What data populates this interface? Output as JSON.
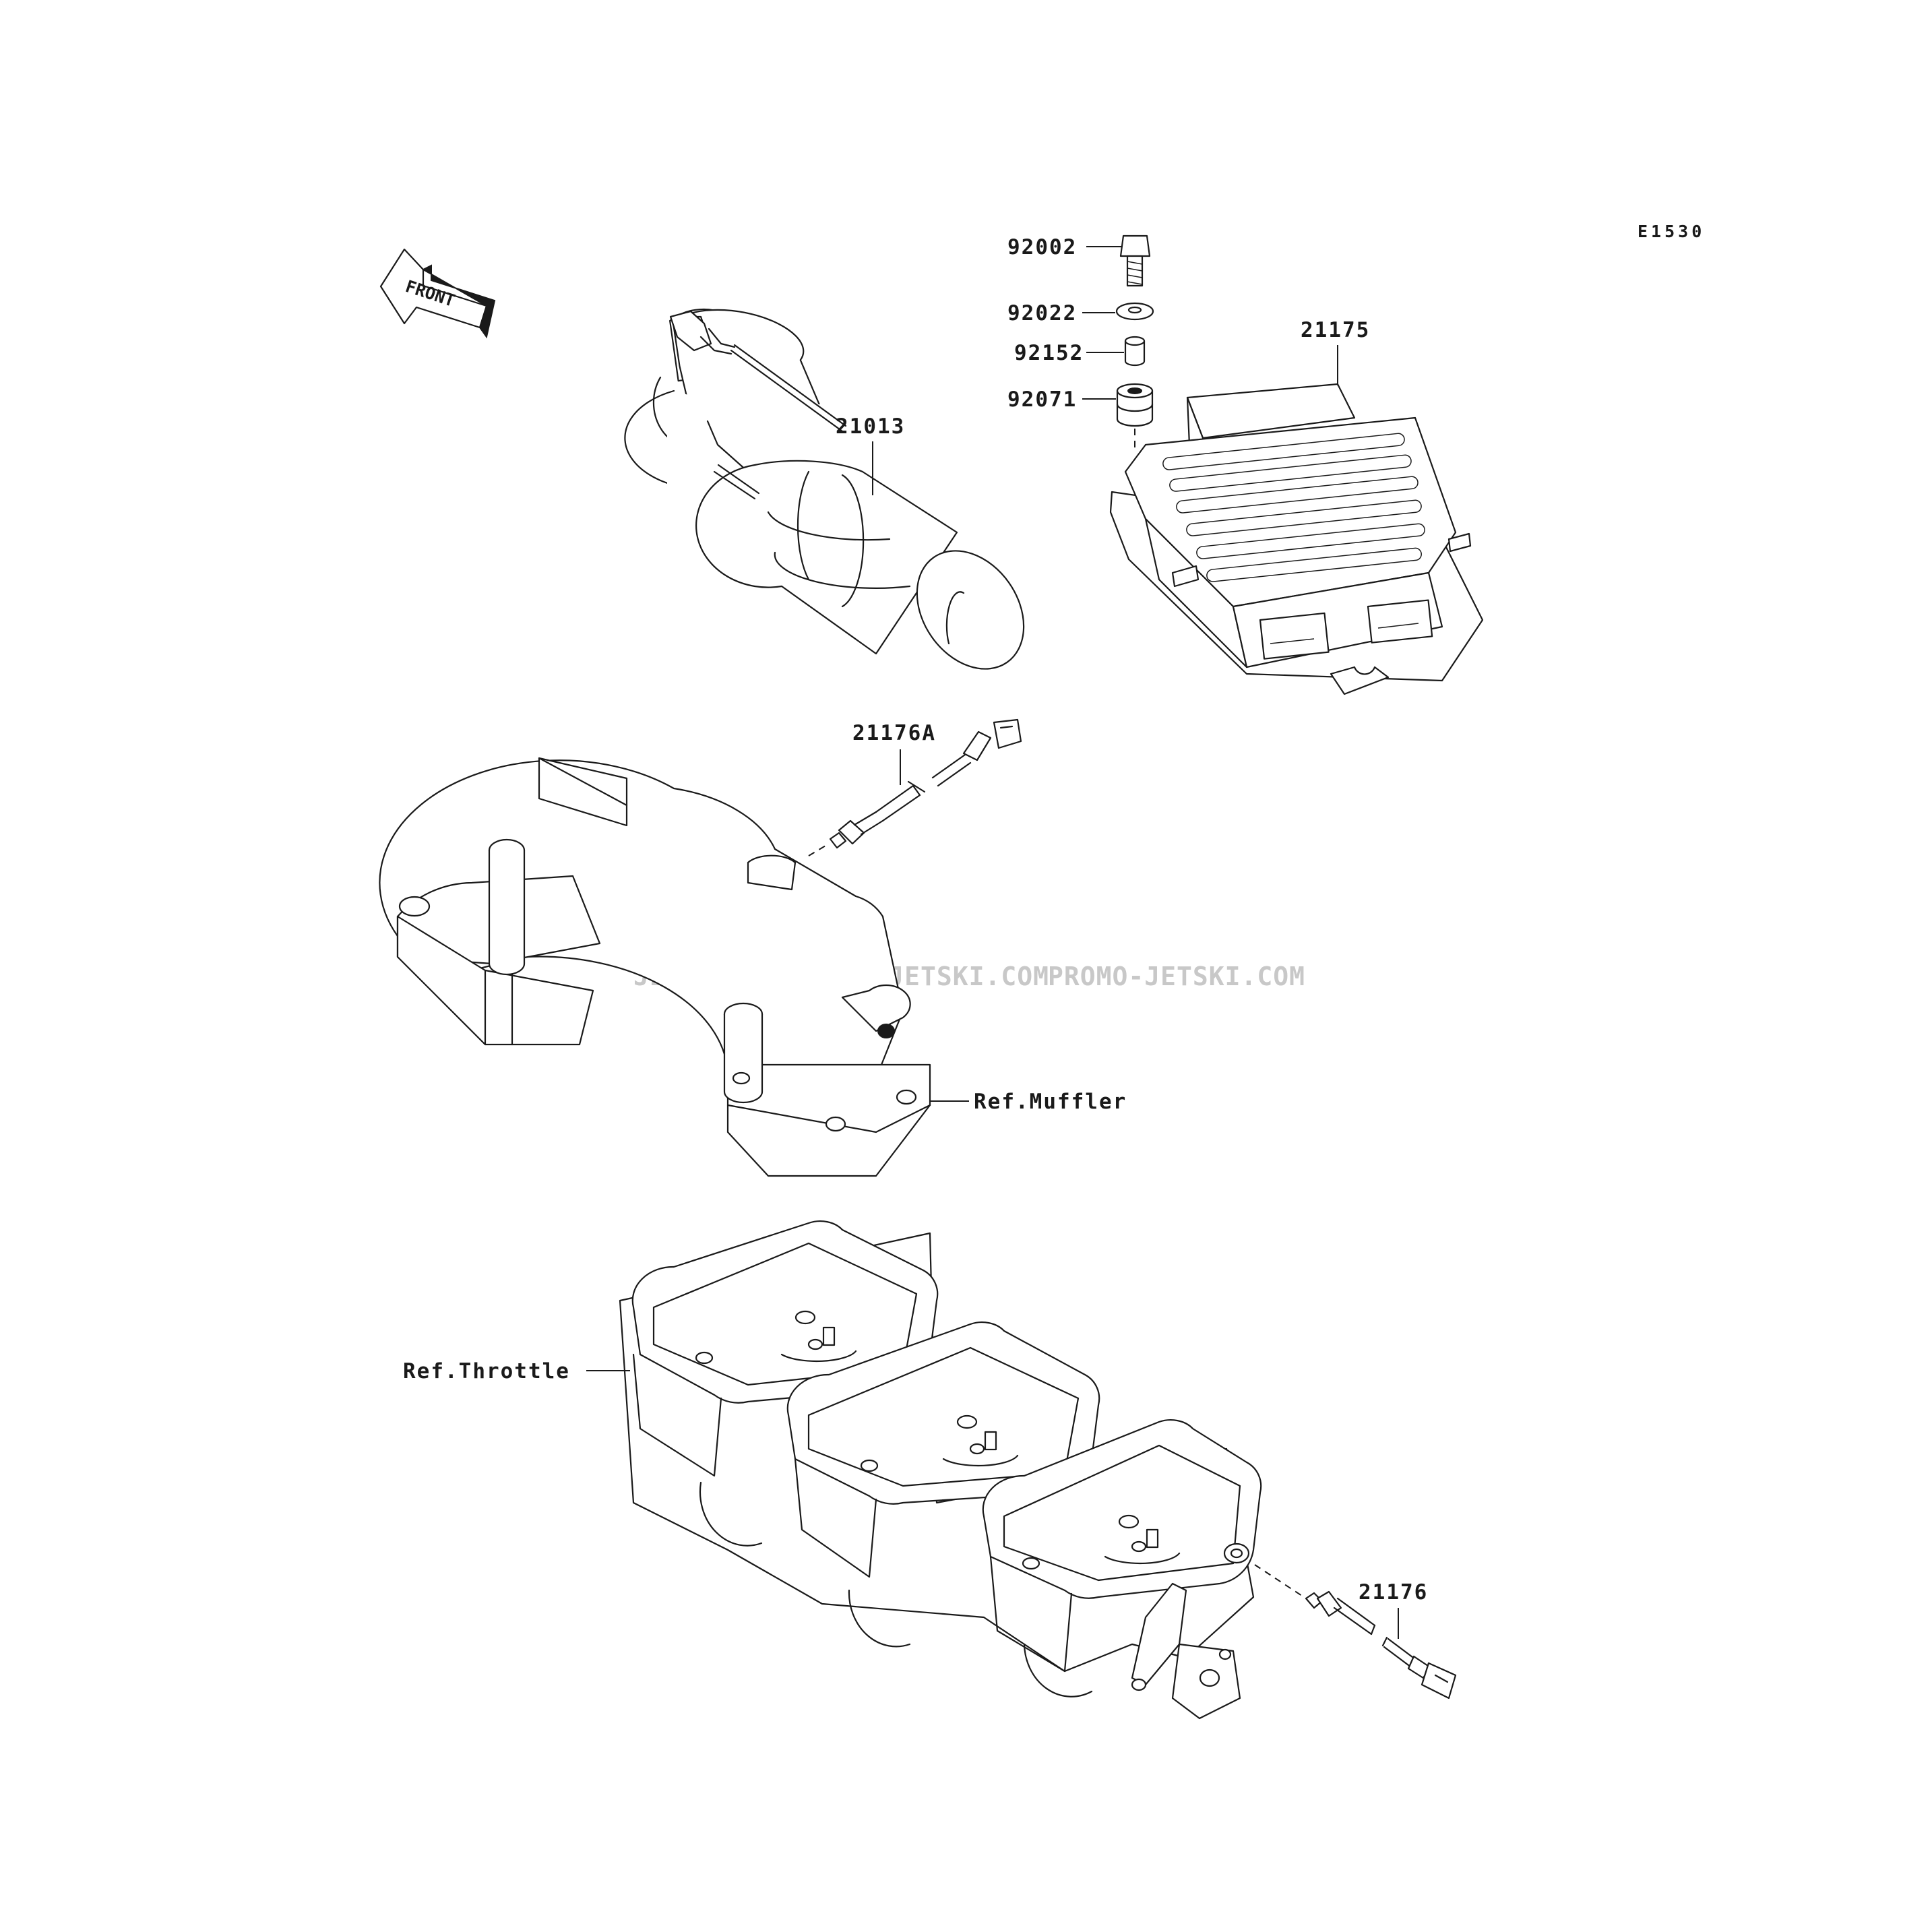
{
  "diagram": {
    "code": "E1530",
    "orientation": "FRONT",
    "watermark": [
      "JETSKI.COM",
      "PROMO-JETSKI.COM",
      "PROMO-JETSKI.COM"
    ],
    "parts": [
      {
        "key": "bolt",
        "label": "92002"
      },
      {
        "key": "washer",
        "label": "92022"
      },
      {
        "key": "collar",
        "label": "92152"
      },
      {
        "key": "grommet",
        "label": "92071"
      },
      {
        "key": "ecu",
        "label": "21175"
      },
      {
        "key": "sensor-upper",
        "label": "21013"
      },
      {
        "key": "temp-sensor-upper",
        "label": "21176A"
      },
      {
        "key": "temp-sensor-lower",
        "label": "21176"
      }
    ],
    "references": [
      {
        "key": "muffler",
        "label": "Ref.Muffler"
      },
      {
        "key": "throttle",
        "label": "Ref.Throttle"
      }
    ]
  }
}
